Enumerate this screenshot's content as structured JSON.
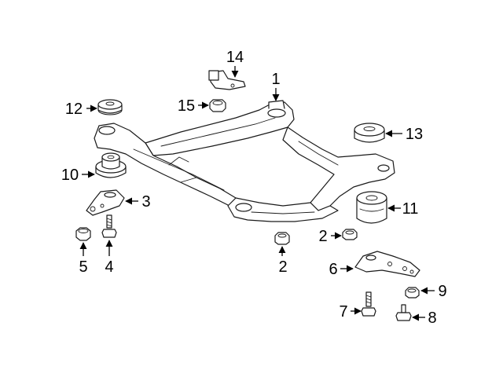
{
  "diagram": {
    "callouts": [
      {
        "id": "c1",
        "text": "1"
      },
      {
        "id": "c2a",
        "text": "2"
      },
      {
        "id": "c2b",
        "text": "2"
      },
      {
        "id": "c3",
        "text": "3"
      },
      {
        "id": "c4",
        "text": "4"
      },
      {
        "id": "c5",
        "text": "5"
      },
      {
        "id": "c6",
        "text": "6"
      },
      {
        "id": "c7",
        "text": "7"
      },
      {
        "id": "c8",
        "text": "8"
      },
      {
        "id": "c9",
        "text": "9"
      },
      {
        "id": "c10",
        "text": "10"
      },
      {
        "id": "c11",
        "text": "11"
      },
      {
        "id": "c12",
        "text": "12"
      },
      {
        "id": "c13",
        "text": "13"
      },
      {
        "id": "c14",
        "text": "14"
      },
      {
        "id": "c15",
        "text": "15"
      }
    ]
  }
}
